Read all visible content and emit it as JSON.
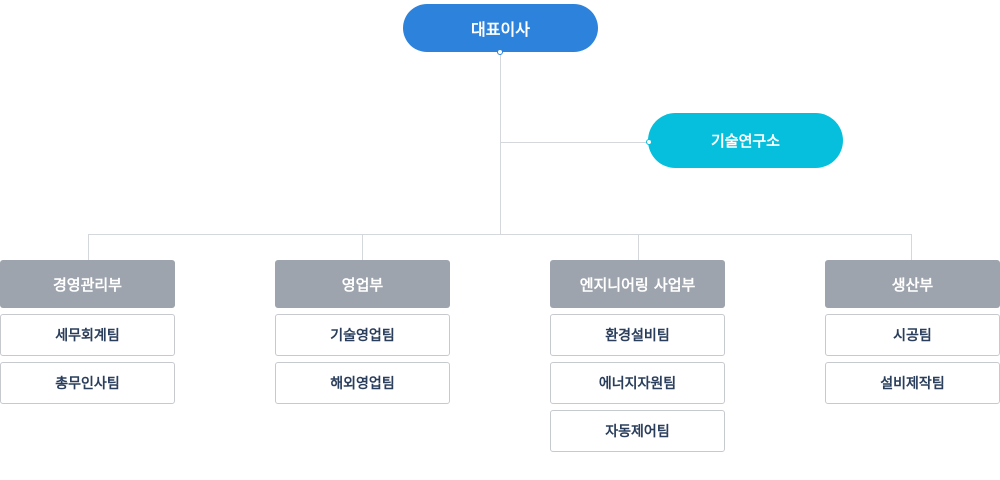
{
  "ceo": {
    "label": "대표이사"
  },
  "lab": {
    "label": "기술연구소"
  },
  "departments": [
    {
      "name": "경영관리부",
      "teams": [
        "세무회계팀",
        "총무인사팀"
      ]
    },
    {
      "name": "영업부",
      "teams": [
        "기술영업팀",
        "해외영업팀"
      ]
    },
    {
      "name": "엔지니어링 사업부",
      "teams": [
        "환경설비팀",
        "에너지자원팀",
        "자동제어팀"
      ]
    },
    {
      "name": "생산부",
      "teams": [
        "시공팀",
        "설비제작팀"
      ]
    }
  ]
}
